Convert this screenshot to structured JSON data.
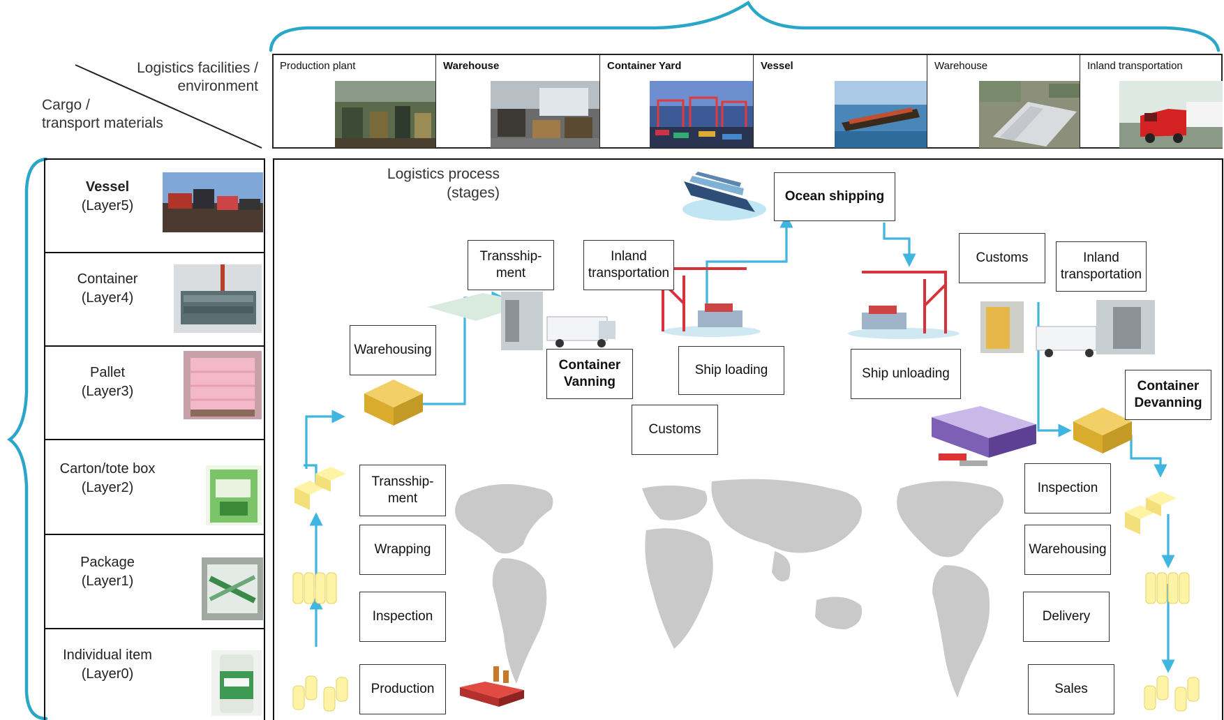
{
  "header": {
    "facility_axis_label": "Logistics facilities /\nenvironment",
    "cargo_axis_label": "Cargo /\ntransport materials"
  },
  "facilities": [
    {
      "name": "Production plant",
      "photo_icon": "factory-interior-photo"
    },
    {
      "name": "Warehouse",
      "photo_icon": "warehouse-interior-photo"
    },
    {
      "name": "Container Yard",
      "photo_icon": "container-yard-photo"
    },
    {
      "name": "Vessel",
      "photo_icon": "container-vessel-photo"
    },
    {
      "name": "Warehouse",
      "photo_icon": "warehouse-aerial-photo"
    },
    {
      "name": "Inland transportation",
      "photo_icon": "truck-photo"
    }
  ],
  "layers": [
    {
      "name": "Vessel",
      "layer": "(Layer5)",
      "photo_icon": "vessel-photo"
    },
    {
      "name": "Container",
      "layer": "(Layer4)",
      "photo_icon": "container-photo"
    },
    {
      "name": "Pallet",
      "layer": "(Layer3)",
      "photo_icon": "pallet-photo"
    },
    {
      "name": "Carton/tote box",
      "layer": "(Layer2)",
      "photo_icon": "carton-photo"
    },
    {
      "name": "Package",
      "layer": "(Layer1)",
      "photo_icon": "package-photo"
    },
    {
      "name": "Individual item",
      "layer": "(Layer0)",
      "photo_icon": "can-photo"
    }
  ],
  "process": {
    "title": "Logistics process\n(stages)",
    "stages": {
      "production": "Production",
      "inspection_left": "Inspection",
      "wrapping": "Wrapping",
      "transshipment_left": "Transship-\nment",
      "warehousing_left": "Warehousing",
      "transshipment_mid": "Transship-\nment",
      "inland_left": "Inland\ntransportation",
      "container_vanning": "Container\nVanning",
      "ship_loading": "Ship loading",
      "customs_left": "Customs",
      "ocean_shipping": "Ocean shipping",
      "customs_right": "Customs",
      "inland_right": "Inland\ntransportation",
      "ship_unloading": "Ship unloading",
      "container_devanning": "Container\nDevanning",
      "inspection_right": "Inspection",
      "warehousing_right": "Warehousing",
      "delivery": "Delivery",
      "sales": "Sales"
    }
  },
  "colors": {
    "brace": "#2aa6c9",
    "arrow": "#3fb5e0",
    "box_border": "#333333",
    "map_gray": "#c9c9c9",
    "crate": "#e8c04a",
    "crane": "#d8333a"
  }
}
